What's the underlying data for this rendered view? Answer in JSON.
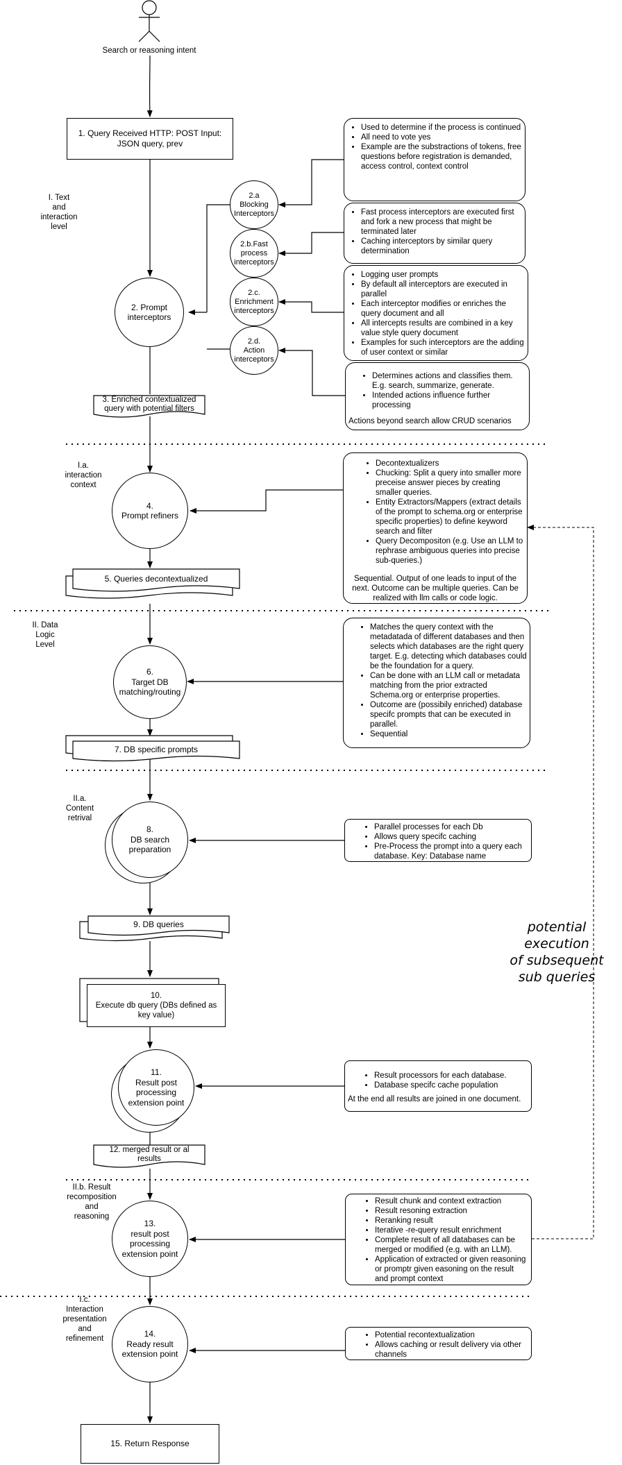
{
  "actor": {
    "label": "Search or reasoning intent"
  },
  "levels": {
    "l1": "I. Text\nand\ninteraction\nlevel",
    "l1a": "I.a.\ninteraction\ncontext",
    "l2": "II. Data\nLogic\nLevel",
    "l2a": "II.a.\nContent\nretrival",
    "l2b": "II.b. Result\nrecomposition\nand\nreasoning",
    "l1c": "I.c.\nInteraction\npresentation\nand\nrefinement"
  },
  "steps": {
    "s1": "1. Query Received HTTP: POST Input: JSON query, prev",
    "s2": "2. Prompt interceptors",
    "s2a": "2.a\nBlocking\nInterceptors",
    "s2b": "2.b.Fast\nprocess\ninterceptors",
    "s2c": "2.c.\nEnrichment\ninterceptors",
    "s2d": "2.d.\nAction\ninterceptors",
    "s3": "3. Enriched contextualized query with potential filters",
    "s4": "4.\nPrompt refiners",
    "s5": "5. Queries decontextualized",
    "s6": "6.\nTarget DB\nmatching/routing",
    "s7": "7. DB specific prompts",
    "s8": "8.\nDB search\npreparation",
    "s9": "9. DB queries",
    "s10": "10.\nExecute db query (DBs defined as key value)",
    "s11": "11.\nResult post\nprocessing\nextension point",
    "s12": "12. merged result or al results",
    "s13": "13.\nresult post\nprocessing\nextension point",
    "s14": "14.\nReady result\nextension point",
    "s15": "15. Return Response"
  },
  "notes": {
    "n2a": [
      "Used to determine if the process is continued",
      "All need to vote yes",
      "Example are the substractions of tokens, free questions before registration is demanded, access control, context control"
    ],
    "n2b": [
      "Fast process interceptors are executed first and fork a new process that might be terminated later",
      "Caching interceptors by similar query determination"
    ],
    "n2c": [
      "Logging user prompts",
      "By default all interceptors are executed in parallel",
      "Each interceptor modifies or enriches the query document and all",
      "All intercepts results are combined in a key value style query document",
      "Examples for such interceptors are the adding of user context or similar"
    ],
    "n2d": [
      "Determines actions and classifies them. E.g. search, summarize, generate.",
      "Intended actions influence further processing"
    ],
    "n2d_foot": "Actions beyond search allow CRUD scenarios",
    "n4": [
      "Decontextualizers",
      "Chucking: Split a query into smaller more preceise answer pieces by creating smaller queries.",
      "Entity Extractors/Mappers (extract details of the prompt to schema.org or enterprise specific properties) to define keyword search and filter",
      "Query Decompositon (e.g. Use an LLM to rephrase ambiguous queries into precise sub-queries.)"
    ],
    "n4_foot": "Sequential. Output of one leads to input of the next. Outcome can be multiple queries. Can be realized with llm calls or code logic.",
    "n6": [
      "Matches the query context with the metadatada of different databases and then selects which databases are the right query target. E.g. detecting which databases could be the foundation for a query.",
      "Can be done with an LLM call or metadata matching from the prior extracted Schema.org or enterprise properties.",
      "Outcome are (possibily enriched) database specifc prompts that can be executed in parallel.",
      "Sequential"
    ],
    "n8": [
      "Parallel processes for each Db",
      "Allows query specifc caching",
      "Pre-Process the prompt into a query each  database. Key: Database name"
    ],
    "n11": [
      "Result processors for each database.",
      "Database specifc cache population"
    ],
    "n11_foot": "At the end all results are joined in one document.",
    "n13": [
      "Result chunk and context extraction",
      "Result resoning extraction",
      "Reranking result",
      "Iterative -re-query result enrichment",
      "Complete result of all databases can be merged or modified (e.g. with an LLM).",
      "Application of extracted or given reasoning or promptr given easoning on the result and prompt context"
    ],
    "n14": [
      "Potential recontextualization",
      "Allows caching or result delivery via other channels"
    ]
  },
  "handwritten": "potential execution\nof subsequent\nsub queries"
}
